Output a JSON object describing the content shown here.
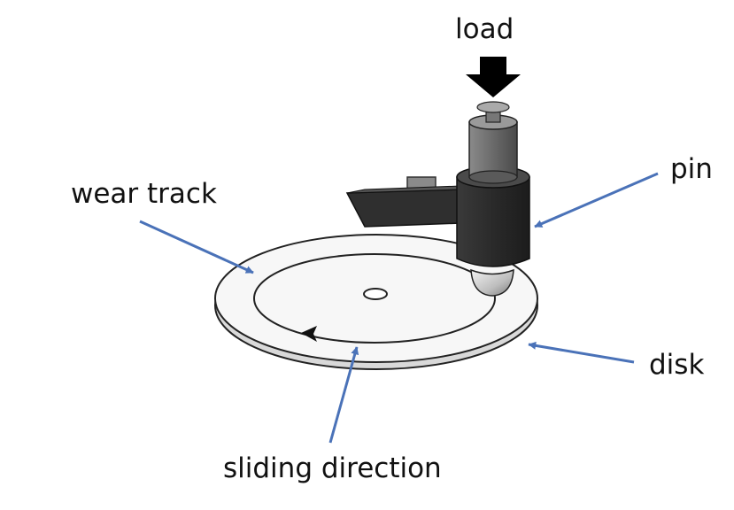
{
  "labels": {
    "load": "load",
    "pin": "pin",
    "wear_track": "wear track",
    "disk": "disk",
    "sliding_direction": "sliding direction"
  },
  "colors": {
    "pointer_arrow": "#4a72b8",
    "apparatus_dark": "#2e2e2e",
    "apparatus_mid": "#6d6d6d",
    "load_arrow": "#000000",
    "disk_face": "#f7f7f7",
    "outline": "#222222"
  }
}
